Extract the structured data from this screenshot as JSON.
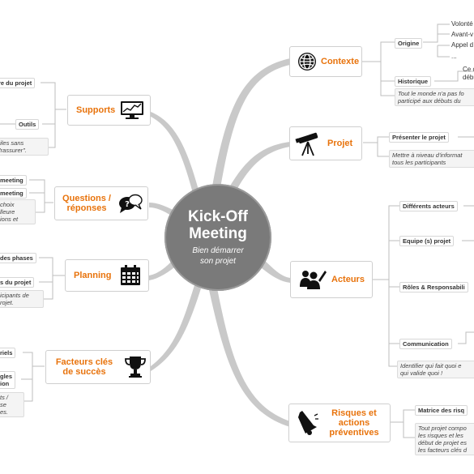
{
  "center": {
    "title_line1": "Kick-Off",
    "title_line2": "Meeting",
    "subtitle_line1": "Bien démarrer",
    "subtitle_line2": "son projet"
  },
  "branches": {
    "contexte": "Contexte",
    "projet": "Projet",
    "acteurs": "Acteurs",
    "risques": "Risques et actions préventives",
    "supports": "Supports",
    "questions": "Questions / réponses",
    "planning": "Planning",
    "facteurs": "Facteurs clés de succès"
  },
  "contexte": {
    "origine": "Origine",
    "origine_items": [
      "Volonté",
      "Avant-v",
      "Appel d",
      "..."
    ],
    "historique": "Historique",
    "historique_items": [
      "Ce c",
      "débu"
    ],
    "note_line1": "Tout le monde n'a pas fo",
    "note_line2": "participé aux débuts du"
  },
  "projet": {
    "presenter": "Présenter le projet",
    "note_line1": "Mettre à niveau d'informat",
    "note_line2": "tous les participants"
  },
  "acteurs": {
    "items": [
      "Différents acteurs",
      "Equipe (s) projet",
      "Rôles & Responsabili",
      "Communication"
    ],
    "note_line1": "Identifier qui fait quoi e",
    "note_line2": "qui valide quoi !"
  },
  "risques": {
    "matrice": "Matrice des risq",
    "note_lines": [
      "Tout projet compo",
      "les risques et les",
      "début de projet es",
      "les facteurs clés d"
    ]
  },
  "supports": {
    "item1": "re du projet",
    "item2": "Outils",
    "note_line1": "tiles sans",
    "note_line2": "\"rassurer\"."
  },
  "questions": {
    "item1": "meeting",
    "item2": "meeting",
    "note_lines": [
      "choix",
      "lleure",
      "ions et"
    ]
  },
  "planning": {
    "item1": "des phases",
    "item2": "s du projet",
    "note_line1": "icipants de",
    "note_line2": "rojet."
  },
  "facteurs": {
    "item1": "riels",
    "item2_line1": "gles",
    "item2_line2": "ion",
    "note_lines": [
      "ts /",
      "se",
      "es."
    ]
  },
  "colors": {
    "accent": "#e8730c",
    "center": "#7a7a7a",
    "link": "#bdbdbd"
  }
}
